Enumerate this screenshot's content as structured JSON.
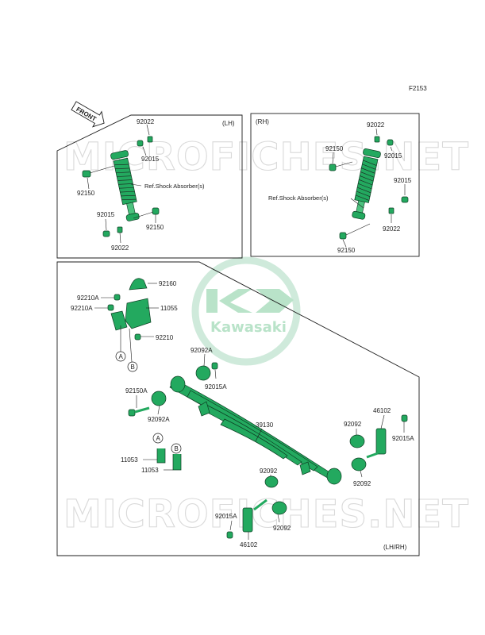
{
  "figure_code": "F2153",
  "front_label": "FRONT",
  "watermark": "MICROFICHES.NET",
  "brand": "Kawasaki",
  "panels": {
    "lh": {
      "side": "(LH)",
      "ref": "Ref.Shock Absorber(s)"
    },
    "rh": {
      "side": "(RH)",
      "ref": "Ref.Shock Absorber(s)"
    },
    "bottom": {
      "side": "(LH/RH)"
    }
  },
  "parts": {
    "p92022": "92022",
    "p92015": "92015",
    "p92150": "92150",
    "p92160": "92160",
    "p92210A": "92210A",
    "p11055": "11055",
    "p92210": "92210",
    "p92092A": "92092A",
    "p92015A": "92015A",
    "p92150A": "92150A",
    "p39130": "39130",
    "p46102": "46102",
    "p92092": "92092",
    "p11053": "11053"
  },
  "markers": {
    "a": "A",
    "b": "B"
  }
}
